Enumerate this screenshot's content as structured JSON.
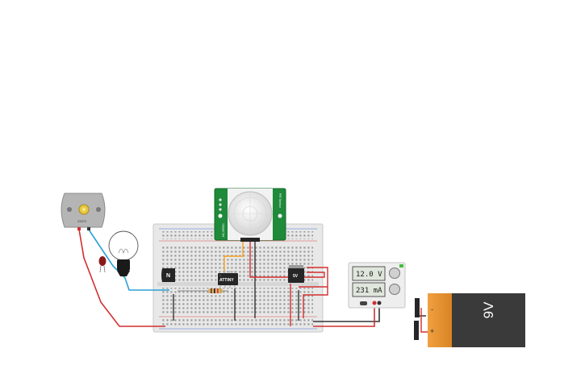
{
  "components": {
    "transistor": {
      "label": "N"
    },
    "microcontroller": {
      "label": "ATTINY"
    },
    "regulator": {
      "label": "5V"
    },
    "motor": {
      "label": "23372"
    },
    "pir_sensor": {
      "left_text": "HC-SR501",
      "right_text": "PIR Sensor"
    },
    "power_supply": {
      "voltage": "12.0 V",
      "current": "231 mA"
    },
    "battery": {
      "label": "9V",
      "minus": "-",
      "plus": "+"
    }
  },
  "colors": {
    "wire_red": "#d32f2f",
    "wire_black": "#333333",
    "wire_blue": "#29a0d6",
    "wire_orange": "#f5a020",
    "pcb_green": "#1e8a3a",
    "breadboard": "#e6e6e6",
    "battery_orange": "#e08a2a"
  }
}
